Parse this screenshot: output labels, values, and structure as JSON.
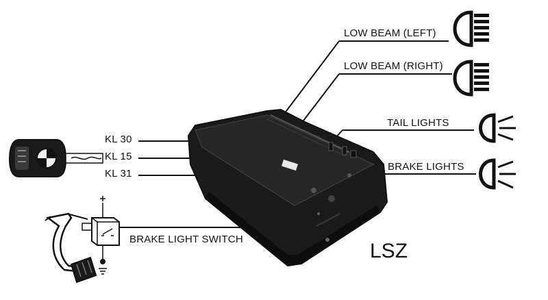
{
  "labels": {
    "low_beam_left": "LOW BEAM (LEFT)",
    "low_beam_right": "LOW BEAM (RIGHT)",
    "tail_lights": "TAIL LIGHTS",
    "brake_lights": "BRAKE LIGHTS",
    "kl30": "KL 30",
    "kl15": "KL 15",
    "kl31": "KL 31",
    "brake_light_switch": "BRAKE LIGHT SWITCH",
    "module": "LSZ"
  },
  "colors": {
    "ink": "#111111",
    "module_body": "#1a1a1a",
    "module_edge": "#3a3a3a",
    "paper": "#ffffff"
  },
  "icons": {
    "headlamp": "headlamp-icon",
    "lamp": "lamp-icon",
    "ignition_key": "ignition-key-icon",
    "brake_pedal": "brake-pedal-icon",
    "switch": "brake-switch-icon"
  }
}
